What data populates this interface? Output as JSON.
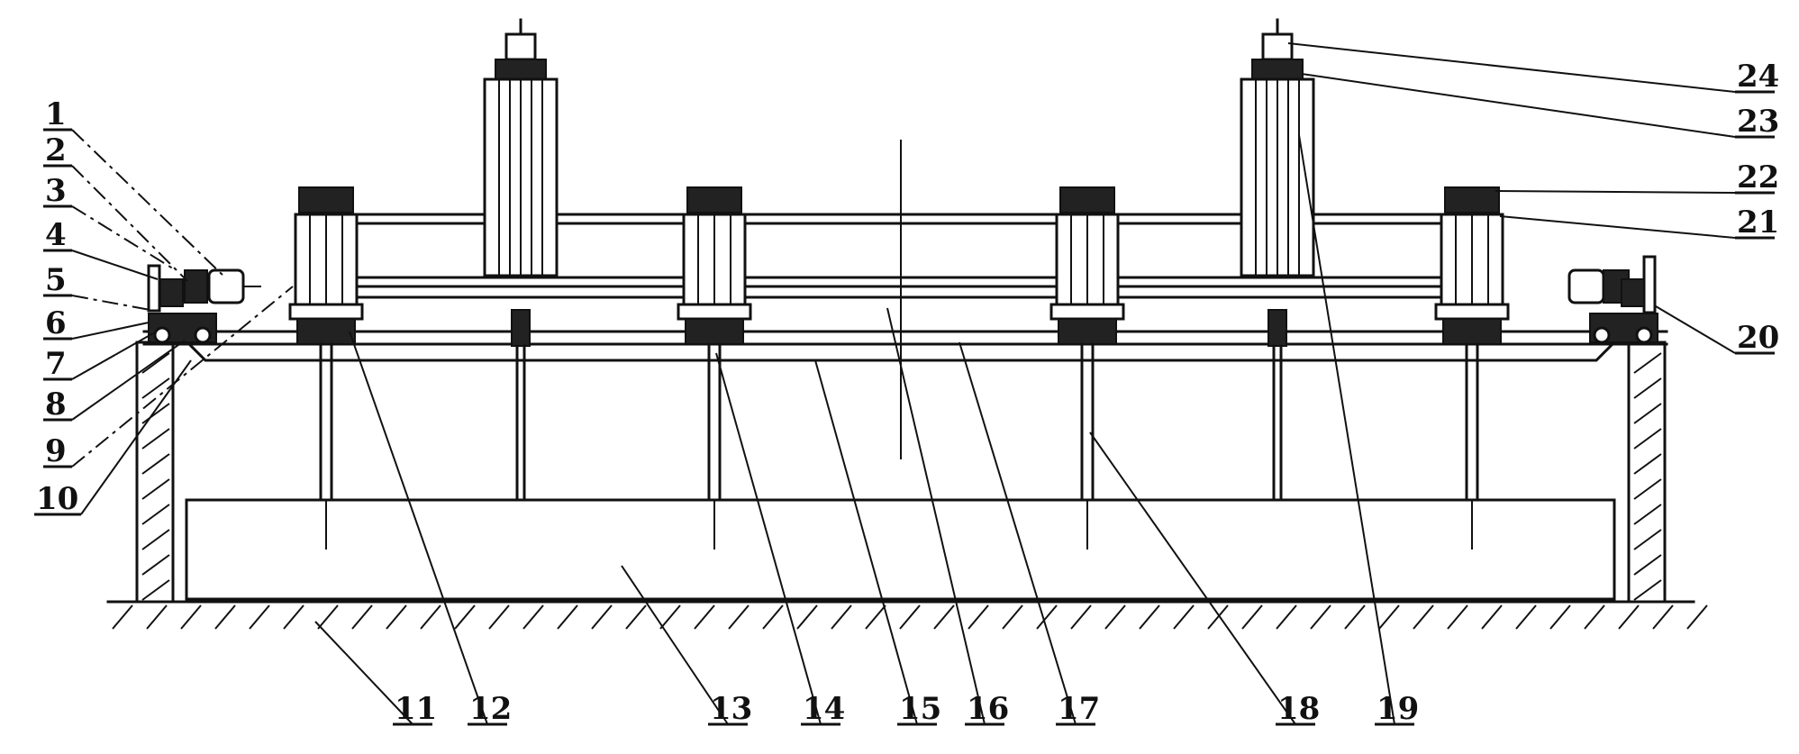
{
  "labels_left": [
    "1",
    "2",
    "3",
    "4",
    "5",
    "6",
    "7",
    "8",
    "9",
    "10"
  ],
  "labels_right": [
    "24",
    "23",
    "22",
    "21",
    "20"
  ],
  "labels_bottom": [
    "11",
    "12",
    "13",
    "14",
    "15",
    "16",
    "17",
    "18",
    "19"
  ]
}
